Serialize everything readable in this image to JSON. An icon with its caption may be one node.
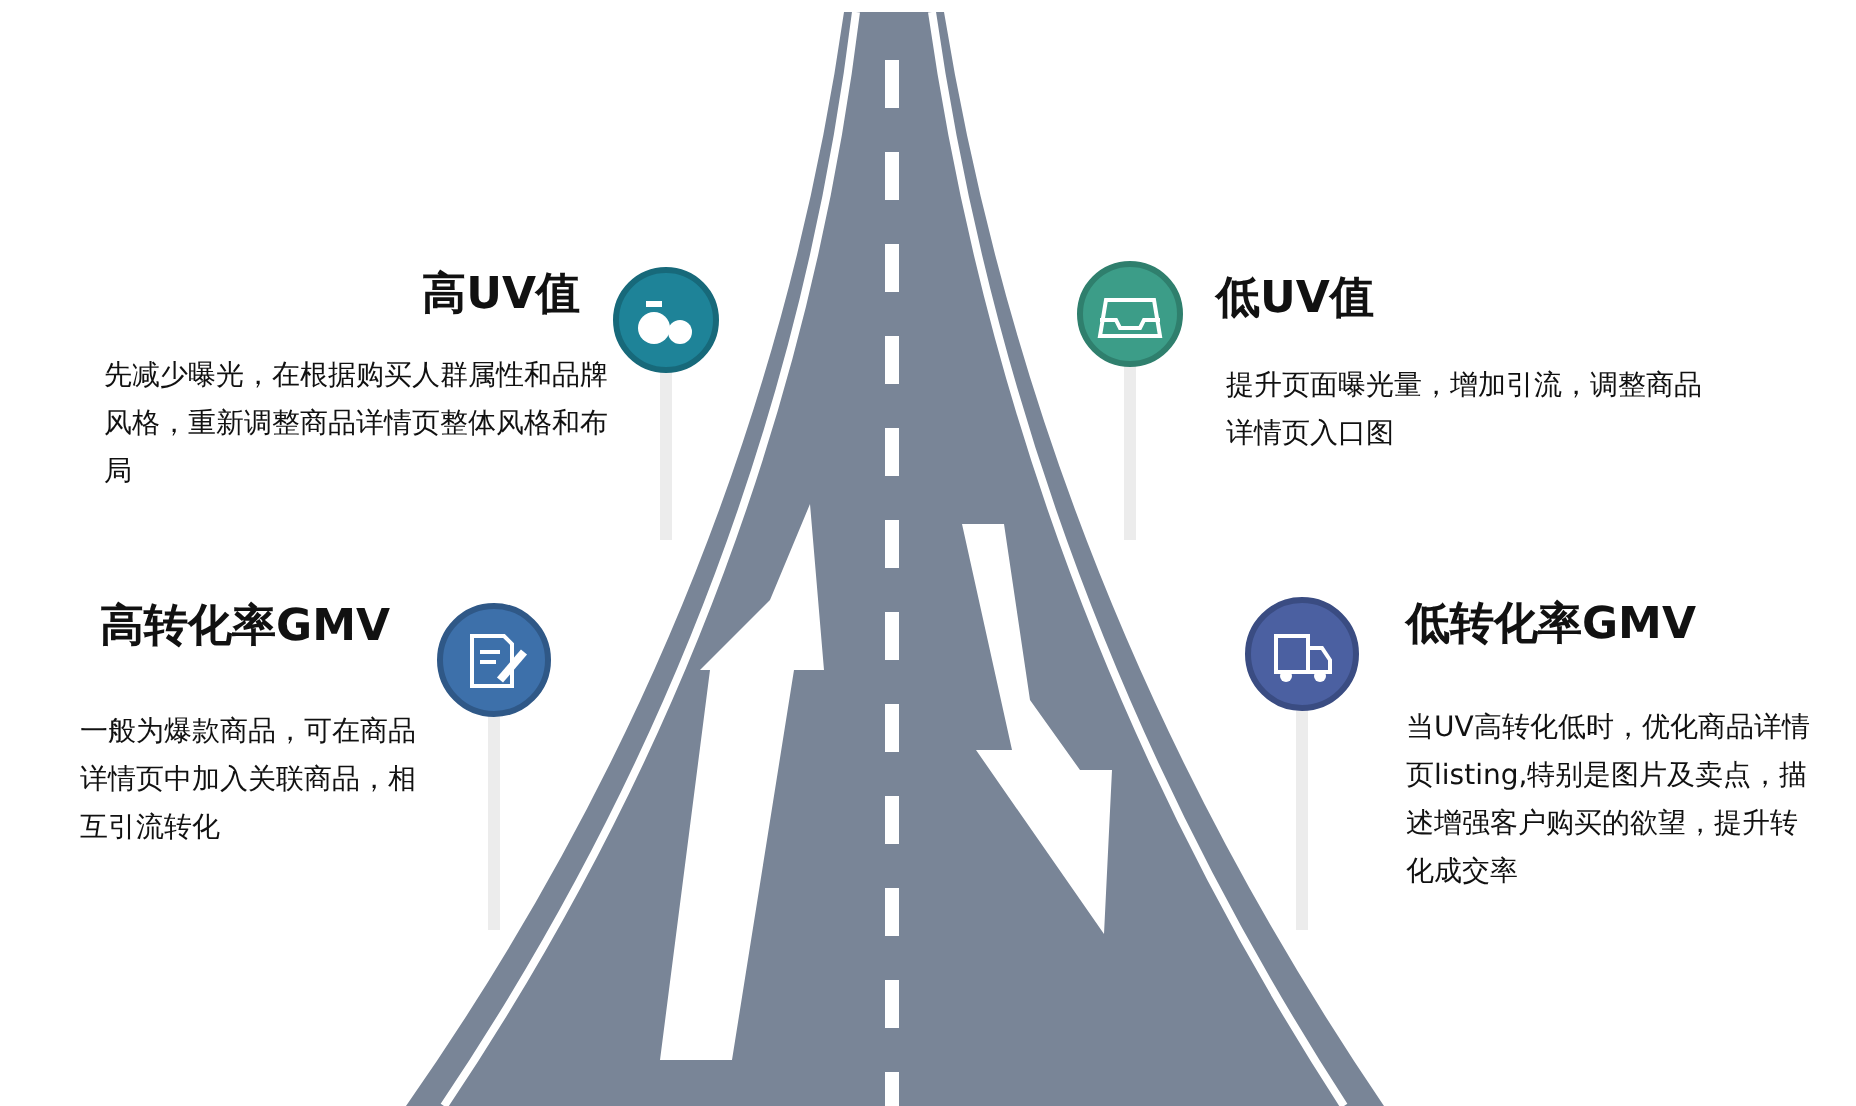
{
  "diagram": {
    "labels": [
      "高UV值",
      "先减少曝光，在根据购买人群属性和品牌风格，重新调整商品详情页整体风格和布局",
      "低UV值",
      "提升页面曝光量，增加引流，调整商品详情页入口图",
      "高转化率GMV",
      "一般为爆款商品，可在商品详情页中加入关联商品，相互引流转化",
      "低转化率GMV",
      "当UV高转化低时，优化商品详情页listing,特别是图片及卖点，描述增强客户购买的欲望，提升转化成交率"
    ]
  }
}
